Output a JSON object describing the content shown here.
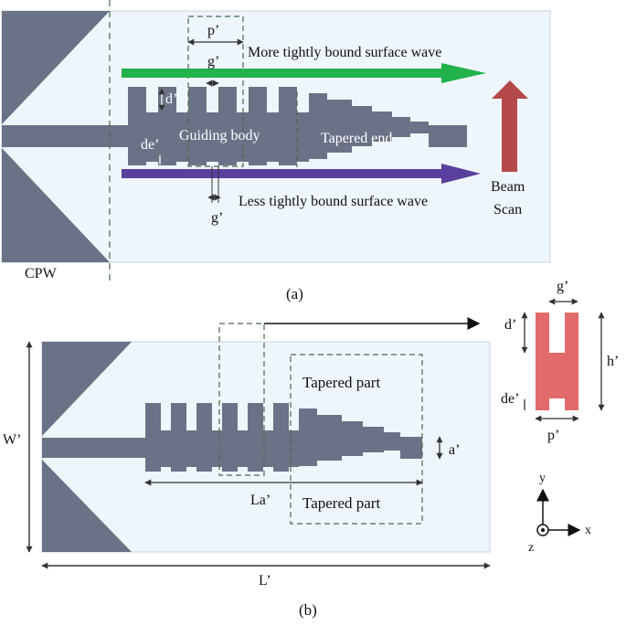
{
  "colors": {
    "background": "#ffffff",
    "substrate": "#eef5fb",
    "metal": "#6b7287",
    "green_arrow": "#22b24c",
    "purple_arrow": "#5a3f9e",
    "red_arrow": "#b5494a",
    "unit_cell": "#e36a6a",
    "dimension": "#333333",
    "dashed": "#4a6a4a"
  },
  "panel_a": {
    "caption": "(a)",
    "cpw_label": "CPW",
    "p_label": "p’",
    "g_top_label": "g’",
    "g_bottom_label": "g’",
    "d_label": "d’",
    "de_label": "de’",
    "top_wave_label": "More tightly bound surface wave",
    "bottom_wave_label": "Less tightly bound surface wave",
    "guiding_body_label": "Guiding body",
    "tapered_end_label": "Tapered end",
    "beam_label_1": "Beam",
    "beam_label_2": "Scan"
  },
  "panel_b": {
    "caption": "(b)",
    "tapered_part_top": "Tapered part",
    "tapered_part_bottom": "Tapered part",
    "a_label": "a’",
    "la_label": "La’",
    "w_label": "W’",
    "l_label": "L’",
    "unit_cell": {
      "g_label": "g’",
      "d_label": "d’",
      "h_label": "h’",
      "de_label": "de’",
      "p_label": "p’"
    },
    "axes": {
      "y_label": "y",
      "x_label": "x",
      "z_label": "z"
    }
  }
}
